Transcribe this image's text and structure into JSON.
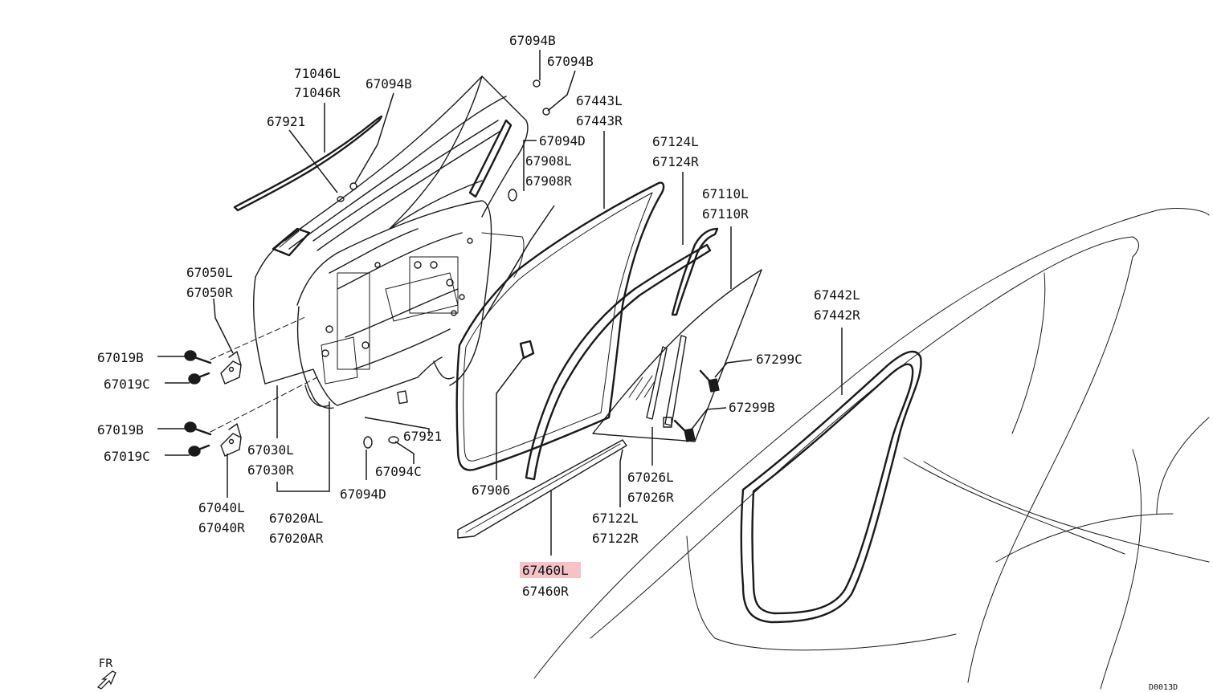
{
  "colors": {
    "line": "#1a1a1a",
    "text": "#111111",
    "highlight": "#f4c2c7",
    "background": "#ffffff"
  },
  "labels": {
    "p67094B_top": "67094B",
    "p67094B_mid": "67094B",
    "p67094B_left": "67094B",
    "p71046L": "71046L",
    "p71046R": "71046R",
    "p67921_top": "67921",
    "p67443L": "67443L",
    "p67443R": "67443R",
    "p67094D_top": "67094D",
    "p67908L": "67908L",
    "p67908R": "67908R",
    "p67124L": "67124L",
    "p67124R": "67124R",
    "p67110L": "67110L",
    "p67110R": "67110R",
    "p67050L": "67050L",
    "p67050R": "67050R",
    "p67019B_upper": "67019B",
    "p67019C_upper": "67019C",
    "p67442L": "67442L",
    "p67442R": "67442R",
    "p67299C": "67299C",
    "p67299B": "67299B",
    "p67921_bottom": "67921",
    "p67019B_lower": "67019B",
    "p67019C_lower": "67019C",
    "p67030L": "67030L",
    "p67030R": "67030R",
    "p67094C": "67094C",
    "p67906": "67906",
    "p67026L": "67026L",
    "p67026R": "67026R",
    "p67094D_bottom": "67094D",
    "p67040L": "67040L",
    "p67040R": "67040R",
    "p67020AL": "67020AL",
    "p67020AR": "67020AR",
    "p67122L": "67122L",
    "p67122R": "67122R",
    "p67460L": "67460L",
    "p67460R": "67460R",
    "front_indicator": "FR",
    "diagram_code": "D0013D"
  }
}
